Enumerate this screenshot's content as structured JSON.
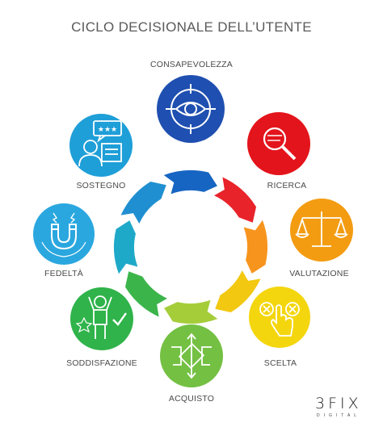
{
  "title": "CICLO DECISIONALE DELL’UTENTE",
  "stages": [
    {
      "label": "CONSAPEVOLEZZA",
      "color": "#1f4fb0",
      "icon": "eye-target-icon"
    },
    {
      "label": "RICERCA",
      "color": "#e3141b",
      "icon": "magnifier-icon"
    },
    {
      "label": "VALUTAZIONE",
      "color": "#f39c12",
      "icon": "scales-icon"
    },
    {
      "label": "SCELTA",
      "color": "#f4d60f",
      "icon": "finger-choice-icon"
    },
    {
      "label": "ACQUISTO",
      "color": "#74c043",
      "icon": "handshake-exchange-icon"
    },
    {
      "label": "SODDISFAZIONE",
      "color": "#2fb34a",
      "icon": "happy-person-icon"
    },
    {
      "label": "FEDELTÀ",
      "color": "#2aa7df",
      "icon": "magnet-icon"
    },
    {
      "label": "SOSTEGNO",
      "color": "#1f9fd8",
      "icon": "review-stars-icon"
    }
  ],
  "ring_colors": [
    "#1765c2",
    "#e8232a",
    "#f7941d",
    "#f2c811",
    "#a5cd39",
    "#3bb54a",
    "#1fa9c9",
    "#1f8fd1"
  ],
  "brand": {
    "name": "3FIX",
    "sub": "DIGITAL"
  }
}
